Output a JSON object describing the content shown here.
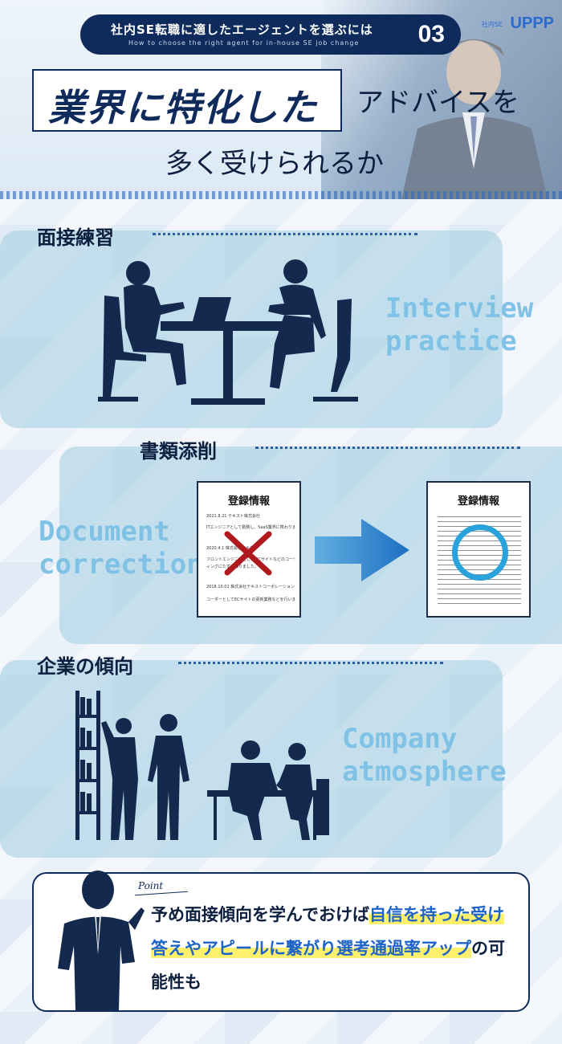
{
  "header": {
    "pill_title_ja": "社内SE転職に適したエージェントを選ぶには",
    "pill_title_en": "How to choose the right agent for in-house SE job change",
    "pill_number": "03",
    "logo_text": "UPPP",
    "logo_sub": "社内SE",
    "headline_boxed": "業界に特化した",
    "headline_rest": "アドバイスを",
    "headline_line2": "多く受けられるか"
  },
  "sections": [
    {
      "title": "面接練習",
      "en_lines": [
        "Interview",
        "practice"
      ],
      "icon": "interview-silhouette-icon"
    },
    {
      "title": "書類添削",
      "en_lines": [
        "Document",
        "correction"
      ],
      "icon": "document-icon"
    },
    {
      "title": "企業の傾向",
      "en_lines": [
        "Company",
        "atmosphere"
      ],
      "icon": "office-silhouette-icon"
    }
  ],
  "documents": {
    "before": {
      "title": "登録情報",
      "lines": [
        "2021.8.21 テキスト株式会社",
        "ITエンジニアとして勤務し、SaaS業界に携わりました。",
        "2020.4.1 株式会社テキスト",
        "フロントエンジニアとして ECサイトなどのコーデ",
        "ィングにたずさわりました。",
        "2018.10.01 株式会社テキストコーポレーション",
        "コーダーとしてECサイトの更新業務などを行いました。"
      ]
    },
    "after": {
      "title": "登録情報"
    }
  },
  "point": {
    "label": "Point",
    "text_parts": [
      {
        "text": "予め面接傾向を学んでおけば",
        "highlight": false
      },
      {
        "text": "自信を持った受け答えやアピールに繋がり選考通過率アップ",
        "highlight": true
      },
      {
        "text": "の可能性も",
        "highlight": false
      }
    ]
  },
  "colors": {
    "navy": "#0f2b5b",
    "accent_blue": "#1e64c8",
    "highlight_yellow": "#fff06b",
    "panel": "#a6d0e2",
    "en_text": "#7fc2e6",
    "x_mark": "#b0191e",
    "circle_mark": "#2aa3dc"
  }
}
